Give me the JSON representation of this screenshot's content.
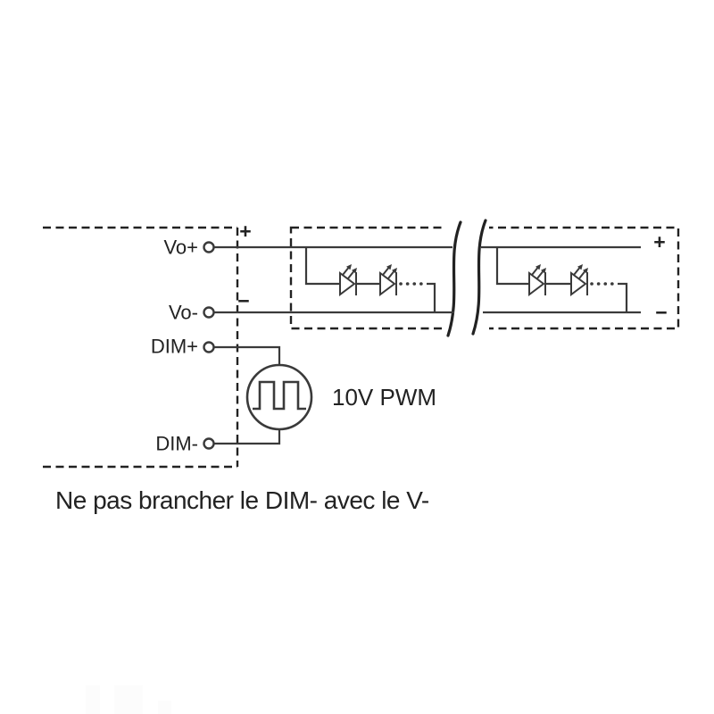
{
  "colors": {
    "line": "#3a3a3a",
    "ink": "#222222"
  },
  "driver": {
    "terminals": {
      "vo_plus": {
        "label": "Vo+"
      },
      "vo_minus": {
        "label": "Vo-"
      },
      "dim_plus": {
        "label": "DIM+"
      },
      "dim_minus": {
        "label": "DIM-"
      }
    },
    "polarity": {
      "plus": "+",
      "minus": "−"
    }
  },
  "pwm_source": {
    "label": "10V PWM"
  },
  "led_load": {
    "polarity": {
      "plus": "+",
      "minus": "−"
    }
  },
  "note": {
    "text": "Ne pas brancher le DIM- avec le V-"
  }
}
